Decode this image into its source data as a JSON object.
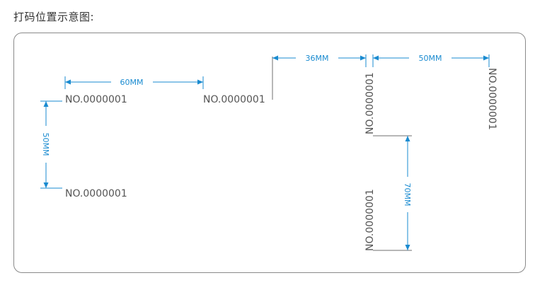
{
  "heading": "打码位置示意图:",
  "code_text": "NO.0000001",
  "dimensions": {
    "left_horizontal": "60MM",
    "left_vertical": "50MM",
    "top_gap": "36MM",
    "right_horizontal": "50MM",
    "right_vertical": "70MM"
  },
  "colors": {
    "dimension": "#1a8bd0",
    "code_text": "#555555",
    "border": "#8a8a8a"
  }
}
